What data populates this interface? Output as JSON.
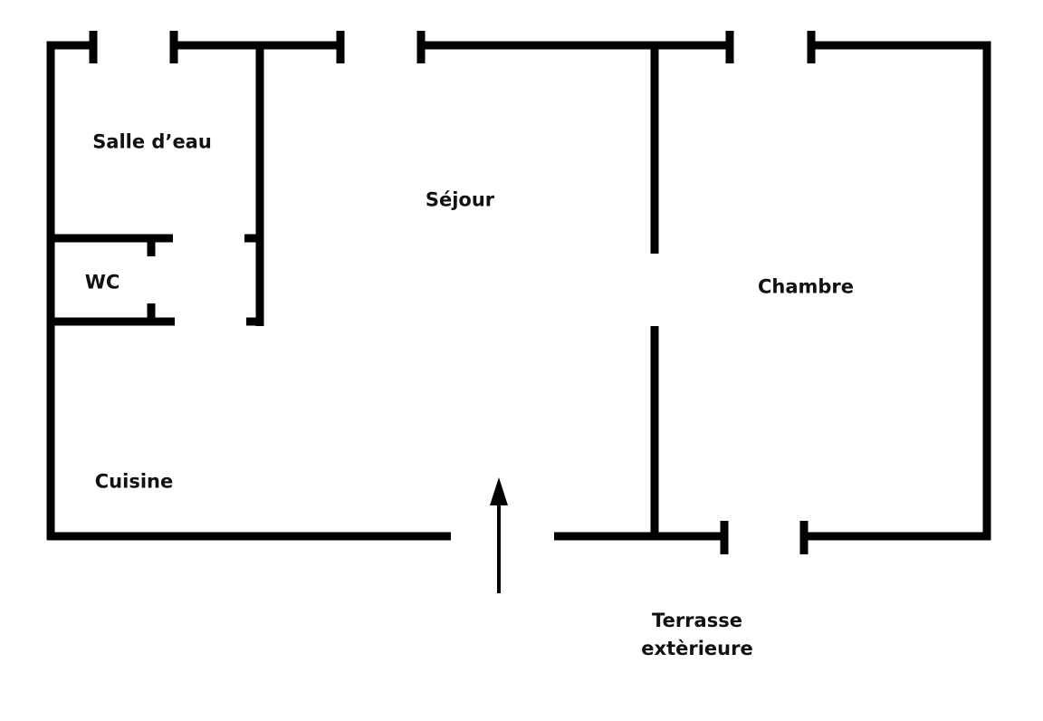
{
  "rooms": {
    "salle_deau": "Salle d’eau",
    "sejour": "Séjour",
    "wc": "WC",
    "chambre": "Chambre",
    "cuisine": "Cuisine",
    "terrasse_line1": "Terrasse",
    "terrasse_line2": "extèrieure"
  },
  "colors": {
    "wall": "#000000",
    "background": "#ffffff"
  },
  "icons": {
    "entrance": "arrow-up-icon"
  }
}
